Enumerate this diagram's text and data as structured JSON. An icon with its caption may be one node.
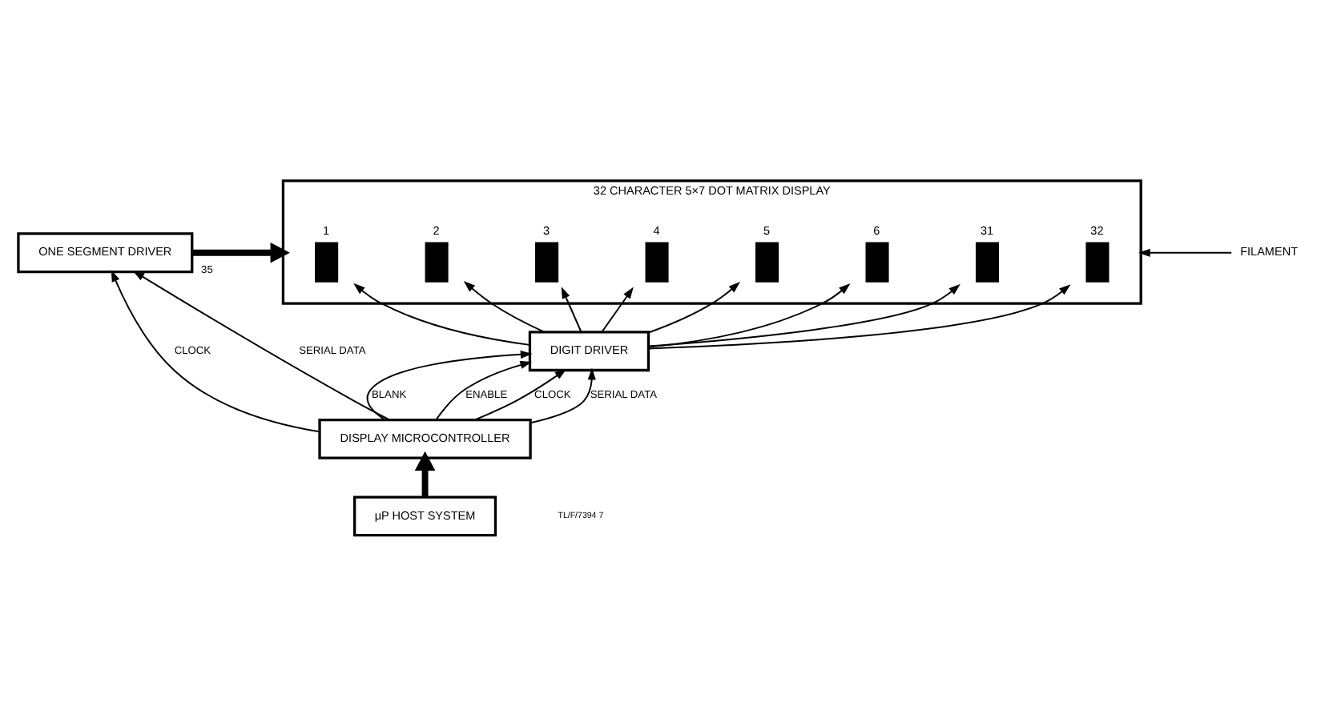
{
  "diagram": {
    "nodes": [
      {
        "text": [
          "ONE SEGMENT DRIVER"
        ]
      },
      {
        "text": [
          "32 CHARACTER 5×7 DOT MATRIX DISPLAY"
        ]
      },
      {
        "text": [
          "1"
        ],
        "in": 1
      },
      {
        "text": [
          "2"
        ],
        "in": 1
      },
      {
        "text": [
          "3"
        ],
        "in": 1
      },
      {
        "text": [
          "4"
        ],
        "in": 1
      },
      {
        "text": [
          "5"
        ],
        "in": 1
      },
      {
        "text": [
          "6"
        ],
        "in": 1
      },
      {
        "text": [
          "31"
        ],
        "in": 1
      },
      {
        "text": [
          "32"
        ],
        "in": 1
      },
      {
        "text": [
          "FILAMENT"
        ]
      },
      {
        "text": [
          "DIGIT DRIVER"
        ]
      },
      {
        "text": [
          "DISPLAY MICROCONTROLLER"
        ]
      },
      {
        "text": [
          "μP HOST SYSTEM"
        ]
      }
    ],
    "edges": [
      {
        "from": 0,
        "to": 1,
        "arrow": "to",
        "label": "35",
        "style": "thick"
      },
      {
        "from": 12,
        "to": 0,
        "arrow": "to",
        "label": "CLOCK"
      },
      {
        "from": 12,
        "to": 0,
        "arrow": "to",
        "label": "SERIAL DATA"
      },
      {
        "from": 11,
        "to": 2,
        "arrow": "to"
      },
      {
        "from": 11,
        "to": 3,
        "arrow": "to"
      },
      {
        "from": 11,
        "to": 4,
        "arrow": "to"
      },
      {
        "from": 11,
        "to": 5,
        "arrow": "to"
      },
      {
        "from": 11,
        "to": 6,
        "arrow": "to"
      },
      {
        "from": 11,
        "to": 7,
        "arrow": "to"
      },
      {
        "from": 11,
        "to": 8,
        "arrow": "to"
      },
      {
        "from": 11,
        "to": 9,
        "arrow": "to"
      },
      {
        "from": 12,
        "to": 11,
        "arrow": "to",
        "label": "BLANK"
      },
      {
        "from": 12,
        "to": 11,
        "arrow": "to",
        "label": "ENABLE"
      },
      {
        "from": 12,
        "to": 11,
        "arrow": "to",
        "label": "CLOCK"
      },
      {
        "from": 12,
        "to": 11,
        "arrow": "to",
        "label": "SERIAL DATA"
      },
      {
        "from": 13,
        "to": 12,
        "arrow": "to",
        "style": "thick"
      },
      {
        "from": 10,
        "to": 1,
        "arrow": "to"
      }
    ],
    "labels": [
      "TL/F/7394 7"
    ]
  }
}
